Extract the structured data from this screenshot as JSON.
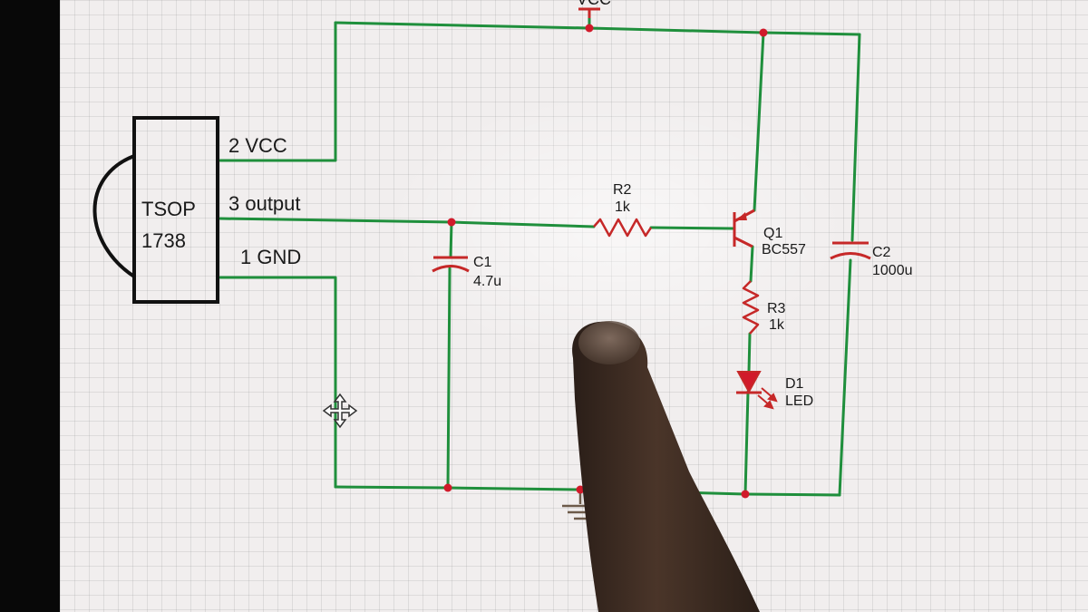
{
  "schematic": {
    "vcc_label": "VCC",
    "tsop": {
      "name_line1": "TSOP",
      "name_line2": "1738",
      "pin2": "2 VCC",
      "pin3": "3 output",
      "pin1": "1 GND"
    },
    "components": {
      "c1": {
        "ref": "C1",
        "value": "4.7u"
      },
      "r2": {
        "ref": "R2",
        "value": "1k"
      },
      "q1": {
        "ref": "Q1",
        "value": "BC557"
      },
      "c2": {
        "ref": "C2",
        "value": "1000u"
      },
      "r3": {
        "ref": "R3",
        "value": "1k"
      },
      "d1": {
        "ref": "D1",
        "value": "LED"
      }
    }
  },
  "colors": {
    "wire": "#1f8f3c",
    "component": "#c62828",
    "junction": "#d11a2a",
    "text": "#1a1a1a",
    "screen_bg": "#f1eeee"
  },
  "cursor_icon": "move-cursor-icon"
}
